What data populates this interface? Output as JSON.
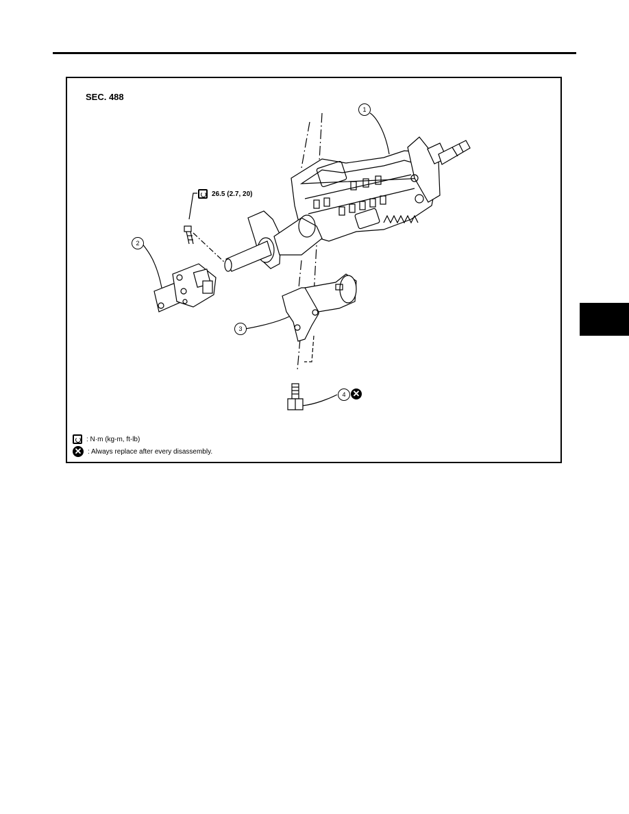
{
  "figure": {
    "section_label": "SEC. 488",
    "torque_spec": "26.5 (2.7, 20)",
    "callouts": {
      "c1": "1",
      "c2": "2",
      "c3": "3",
      "c4": "4"
    },
    "legend": {
      "torque_units": ": N·m (kg-m, ft-lb)",
      "replace_note": ": Always replace after every disassembly."
    }
  },
  "icons": {
    "torque": "torque-wrench-icon",
    "replace": "always-replace-icon"
  },
  "colors": {
    "ink": "#000000",
    "paper": "#ffffff"
  }
}
